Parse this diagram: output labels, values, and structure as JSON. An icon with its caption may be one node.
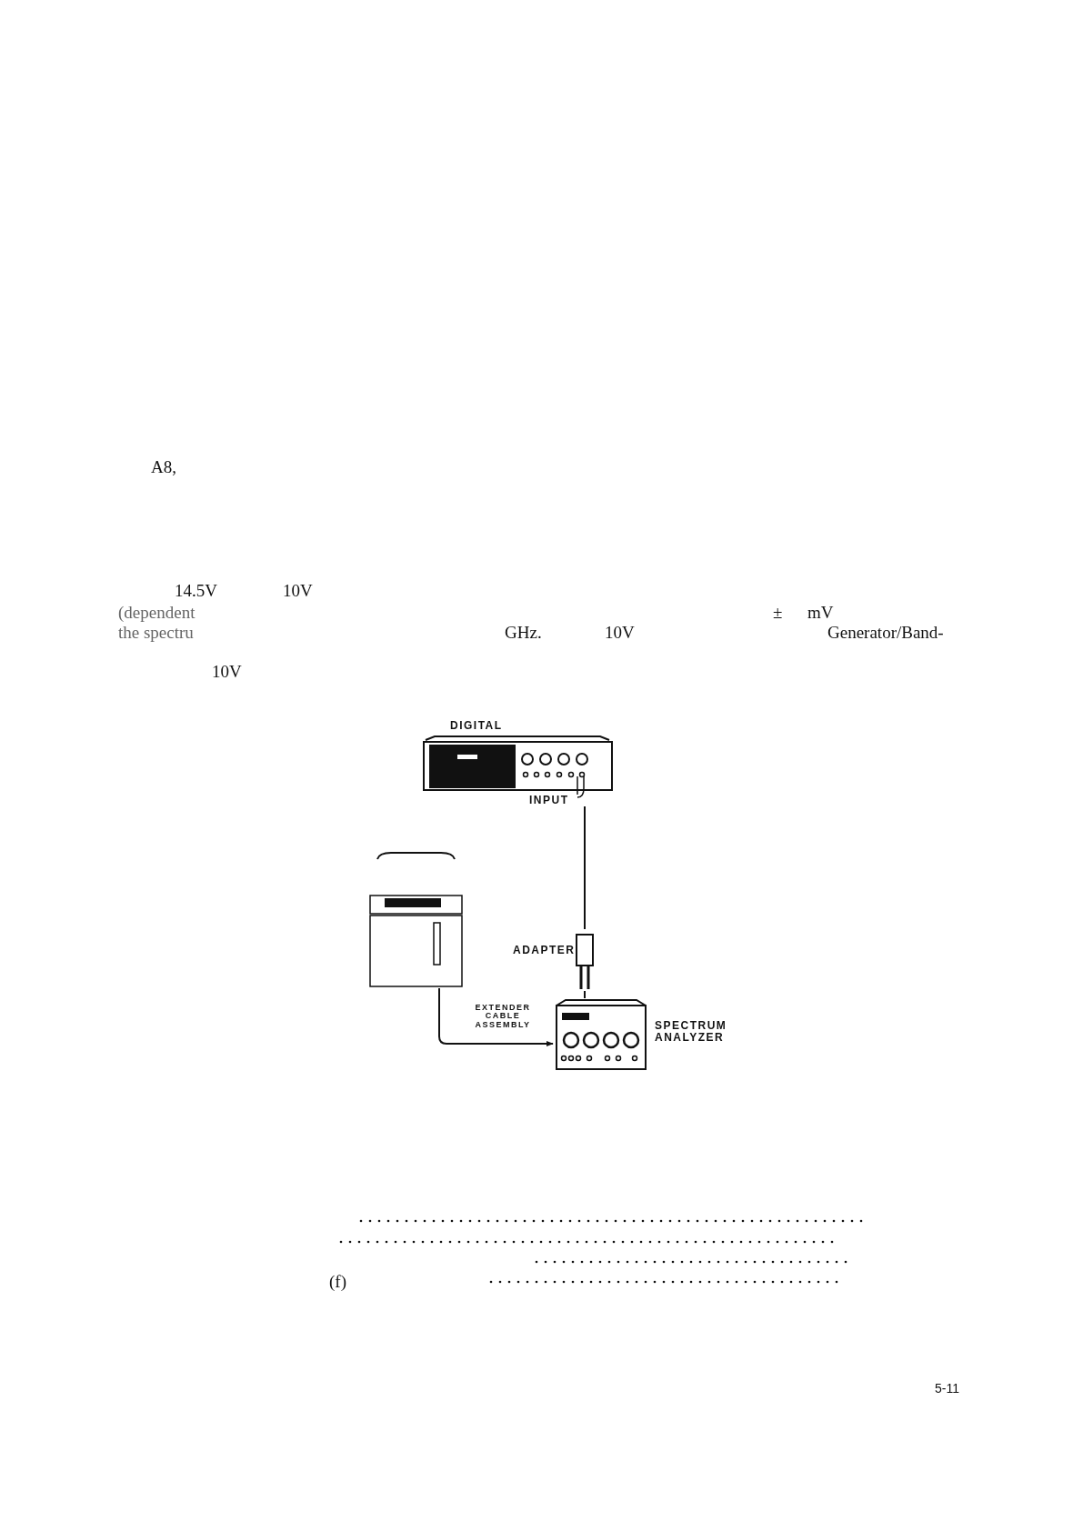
{
  "diagram": {
    "nodes": [
      {
        "text": [
          "DIGITAL"
        ],
        "beside": [
          "INPUT"
        ]
      },
      {
        "text": [],
        "shape": "box"
      },
      {
        "text": [
          "ADAPTER"
        ]
      },
      {
        "text": [
          "SPECTRUM ANALYZER"
        ]
      }
    ],
    "edges": [
      {
        "from": 0,
        "to": 2,
        "arrow": "none"
      },
      {
        "from": 2,
        "to": 3,
        "arrow": "none"
      },
      {
        "from": 1,
        "to": 3,
        "arrow": "to",
        "label": "EXTENDER CABLE ASSEMBLY"
      }
    ],
    "labels": [
      "A8,",
      "14.5V",
      "10V",
      "(dependent",
      "±",
      "mV",
      "the spectru",
      "GHz.",
      "10V",
      "Generator/Band-",
      "10V",
      "(f)",
      "5-11"
    ]
  }
}
